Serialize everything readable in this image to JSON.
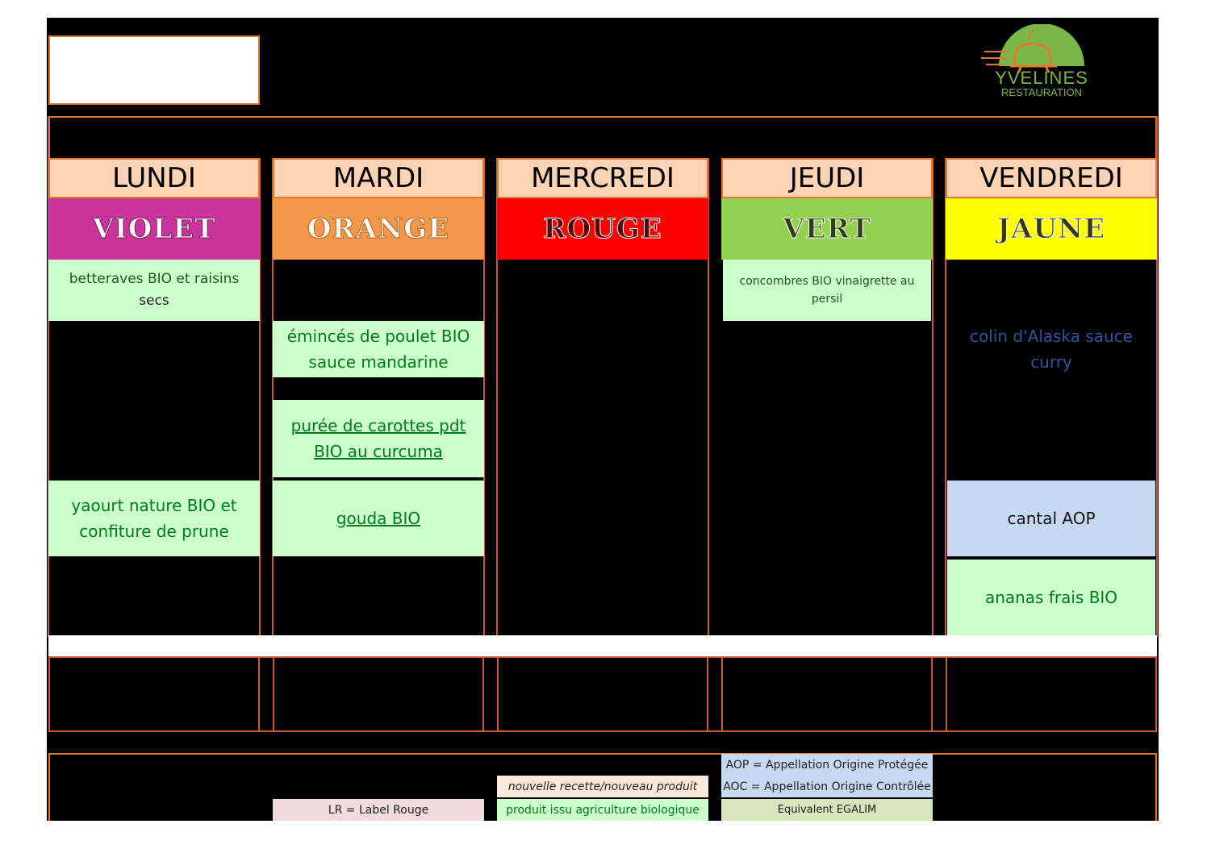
{
  "brand": {
    "line1": "YVELINES",
    "line2": "RESTAURATION",
    "green": "#7ab648",
    "orange": "#e07a2f"
  },
  "days": [
    {
      "name": "LUNDI",
      "color_label": "VIOLET",
      "color": "#c9359b",
      "label_color": "#ffffff"
    },
    {
      "name": "MARDI",
      "color_label": "ORANGE",
      "color": "#f5984a",
      "label_color": "#ffffff"
    },
    {
      "name": "MERCREDI",
      "color_label": "ROUGE",
      "color": "#ff0000",
      "label_color": "#5a0000"
    },
    {
      "name": "JEUDI",
      "color_label": "VERT",
      "color": "#92d050",
      "label_color": "#2f3d10"
    },
    {
      "name": "VENDREDI",
      "color_label": "JAUNE",
      "color": "#ffff00",
      "label_color": "#3a3a00"
    }
  ],
  "menu": {
    "lundi": {
      "starter": [
        "betteraves BIO et raisins",
        "secs"
      ],
      "dairy": [
        "yaourt nature BIO et",
        "confiture de prune"
      ]
    },
    "mardi": {
      "main": [
        "émincés de poulet BIO",
        "sauce mandarine"
      ],
      "side": [
        "purée de carottes pdt ",
        "BIO au curcuma"
      ],
      "dairy": "gouda BIO"
    },
    "jeudi": {
      "starter": [
        "concombres BIO vinaigrette au",
        "persil"
      ]
    },
    "vendredi": {
      "main": [
        "colin d'Alaska sauce",
        "curry"
      ],
      "dairy": "cantal AOP",
      "dessert": "ananas frais BIO"
    }
  },
  "legend": {
    "lr": "LR = Label Rouge",
    "new_recipe": "nouvelle recette/nouveau produit",
    "bio": "produit issu agriculture biologique",
    "aop": "AOP = Appellation Origine Protégée",
    "aoc": "AOC = Appellation Origine Contrôlée",
    "egalim": "Equivalent EGALIM"
  }
}
